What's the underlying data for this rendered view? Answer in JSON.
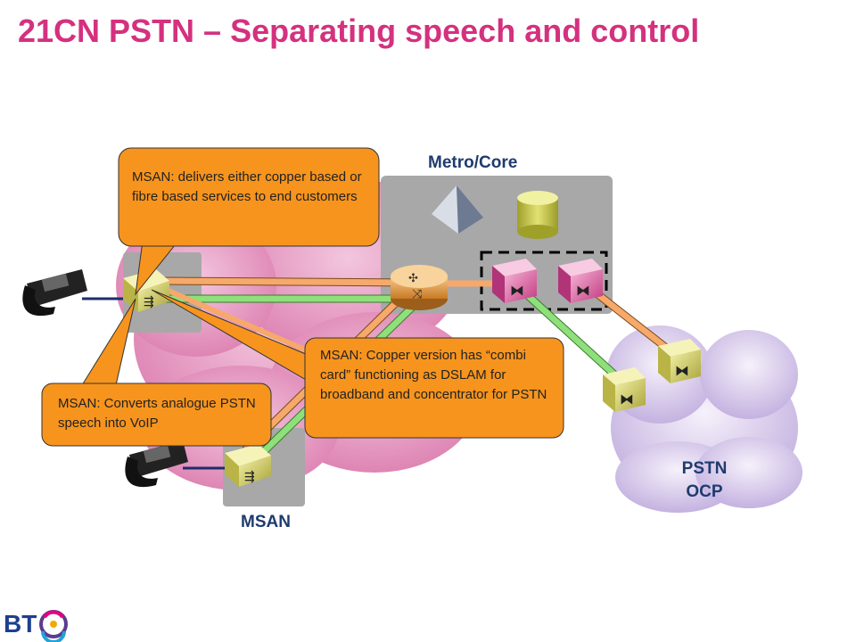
{
  "title": "21CN PSTN – Separating speech and control",
  "labels": {
    "metro_core": "Metro/Core",
    "msan": "MSAN",
    "pstn": "PSTN",
    "ocp": "OCP"
  },
  "callouts": {
    "delivers": "MSAN: delivers either copper based or fibre based services to end customers",
    "converts": "MSAN: Converts analogue PSTN speech into VoIP",
    "copper": "MSAN: Copper version has “combi card” functioning as DSLAM for broadband and concentrator for PSTN"
  },
  "logo": {
    "text": "BT"
  },
  "colors": {
    "title": "#d4317f",
    "callout_fill": "#f7941d",
    "label": "#1f3b6f",
    "core_box": "#a8a8a8",
    "pink_cloud": "#e8a3c8",
    "lilac_cloud": "#d8c8ec"
  }
}
